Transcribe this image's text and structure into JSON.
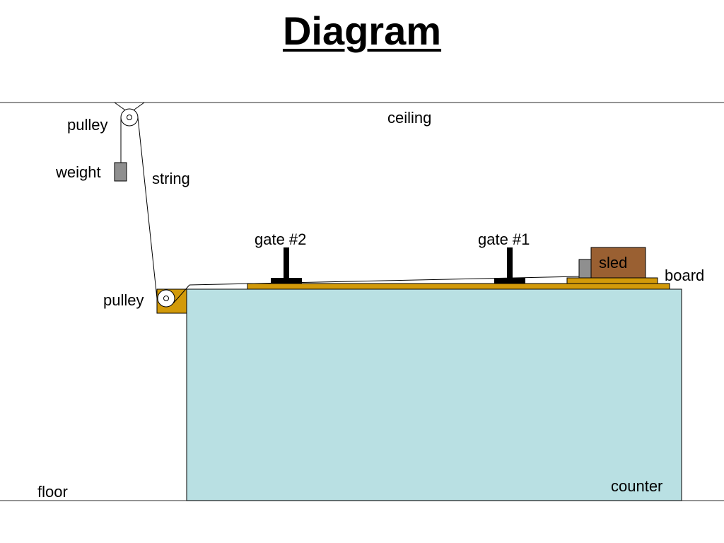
{
  "title": "Diagram",
  "labels": {
    "ceiling": "ceiling",
    "pulley_top": "pulley",
    "weight": "weight",
    "string": "string",
    "gate_2": "gate #2",
    "gate_1": "gate #1",
    "sled": "sled",
    "board": "board",
    "pulley_bottom": "pulley",
    "floor": "floor",
    "counter": "counter"
  },
  "colors": {
    "counter_fill": "#b9e0e3",
    "board_fill": "#d29a0a",
    "sled_fill": "#9a6032",
    "weight_fill": "#8f8f8f",
    "gate_fill": "#000000",
    "line": "#000000",
    "ceiling_floor_line": "#555555"
  }
}
